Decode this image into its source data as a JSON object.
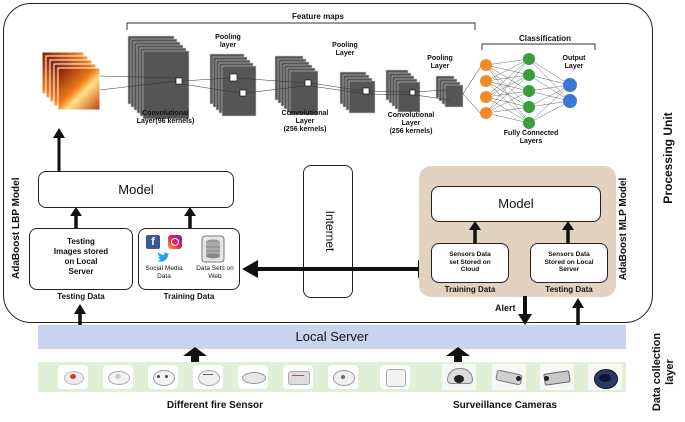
{
  "processing_unit": {
    "title": "Processing Unit",
    "cnn": {
      "feature_maps": "Feature maps",
      "classification": "Classification",
      "conv1": "Convolutional\nLayer(96 kernels)",
      "pool1": "Pooling\nlayer",
      "conv2": "Convolutional\nLayer\n(256 kernels)",
      "pool2": "Pooling\nLayer",
      "conv3": "Convolutional\nLayer\n(256 kernels)",
      "pool3": "Pooling\nLayer",
      "output_layer": "Output\nLayer",
      "fully_connected": "Fully Connected\nLayers"
    },
    "left_model": {
      "side_label": "AdaBoost LBP Model",
      "model_label": "Model",
      "testing_box": "Testing\nImages stored\non Local\nServer",
      "testing_caption": "Testing Data",
      "social_media": "Social Media\nData",
      "data_sets_web": "Data Sets on\nWeb",
      "training_caption": "Training Data"
    },
    "internet_label": "Internet",
    "right_model": {
      "side_label": "AdaBoost MLP Model",
      "model_label": "Model",
      "training_box": "Sensors Data\nset Stored on\nCloud",
      "training_caption": "Training Data",
      "testing_box": "Sensors Data\nStored on Local\nServer",
      "testing_caption": "Testing Data"
    },
    "alert_label": "Alert"
  },
  "data_collection": {
    "title": "Data collection\nlayer",
    "local_server": "Local Server",
    "fire_sensors_caption": "Different fire Sensor",
    "cameras_caption": "Surveillance Cameras"
  },
  "colors": {
    "local_server_bg": "#c9d5ee",
    "sensor_strip_bg": "#dff0d6",
    "mlp_bg": "#e2d3c1",
    "neuron_input": "#f08c2a",
    "neuron_hidden": "#3a9e3a",
    "neuron_output": "#3c78d8"
  }
}
